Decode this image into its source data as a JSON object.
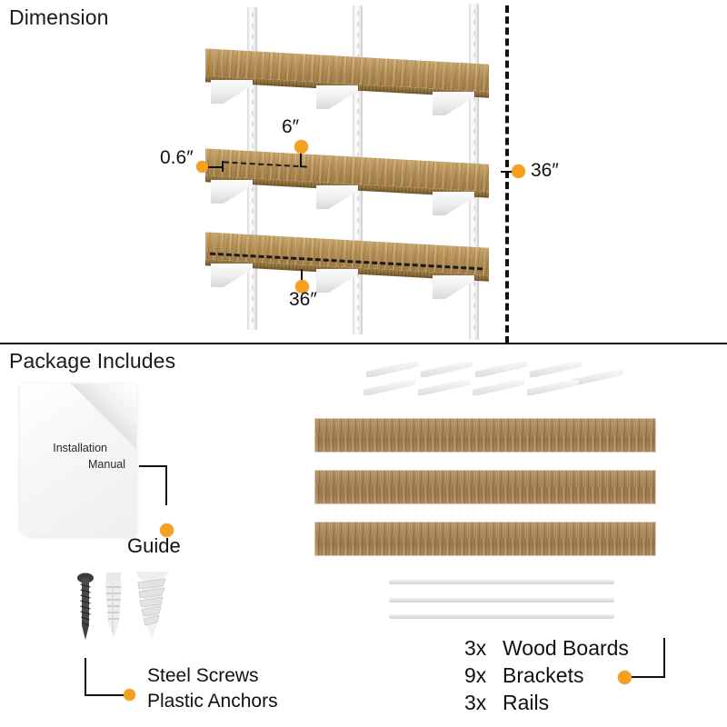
{
  "sections": {
    "dimension": {
      "title": "Dimension"
    },
    "package": {
      "title": "Package Includes"
    }
  },
  "dimension_callouts": {
    "depth": {
      "value": "6″",
      "meaning": "shelf depth"
    },
    "thickness": {
      "value": "0.6″",
      "meaning": "board thickness"
    },
    "height": {
      "value": "36″",
      "meaning": "total rail height"
    },
    "board_length": {
      "value": "36″",
      "meaning": "board length"
    }
  },
  "package_labels": {
    "manual_line1": "Installation",
    "manual_line2": "Manual",
    "guide": "Guide",
    "steel_screws": "Steel Screws",
    "plastic_anchors": "Plastic Anchors"
  },
  "parts_list": [
    {
      "qty": "3x",
      "name": "Wood Boards"
    },
    {
      "qty": "9x",
      "name": "Brackets"
    },
    {
      "qty": "3x",
      "name": "Rails"
    }
  ],
  "colors": {
    "accent_dot": "#f5a01e",
    "leader_line": "#111111",
    "wood_light": "#c8a66d",
    "wood_dark": "#6f552b",
    "metal_white": "#f4f4f4",
    "divider": "#111111",
    "background": "#ffffff"
  },
  "counts": {
    "brackets_illustrated": 9,
    "boards_illustrated": 3,
    "rails_illustrated": 3,
    "shelves_in_diagram": 3,
    "vertical_rails_in_diagram": 3,
    "fasteners_illustrated": 3
  }
}
